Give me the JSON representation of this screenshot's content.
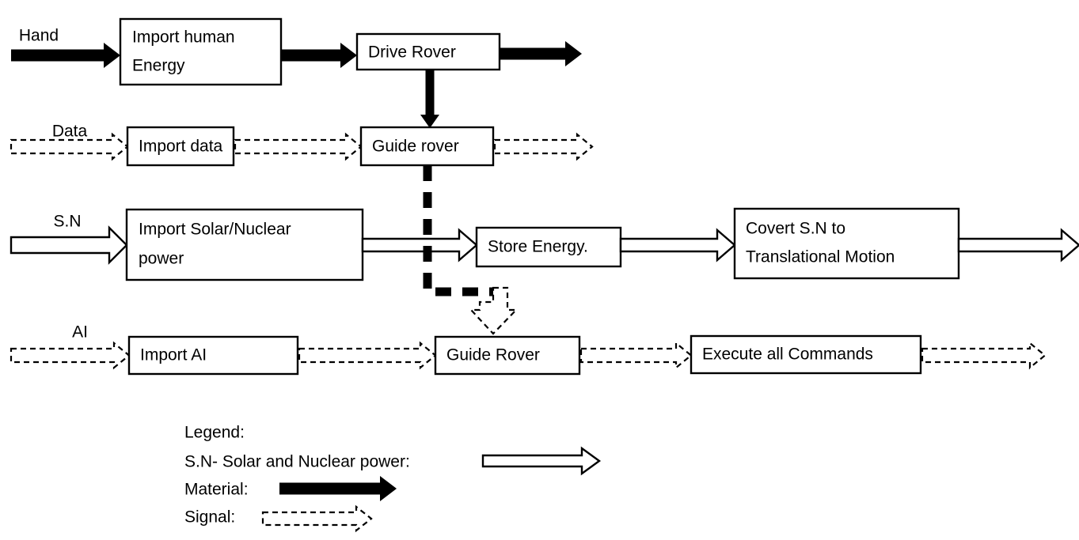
{
  "diagram": {
    "title_present": false,
    "colors": {
      "stroke": "#000000",
      "fill": "#ffffff",
      "background": "#ffffff"
    },
    "inputs": [
      {
        "id": "hand",
        "label": "Hand",
        "flow_type": "material"
      },
      {
        "id": "data",
        "label": "Data",
        "flow_type": "signal"
      },
      {
        "id": "sn",
        "label": "S.N",
        "flow_type": "solar-nuclear"
      },
      {
        "id": "ai",
        "label": "AI",
        "flow_type": "signal"
      }
    ],
    "boxes": [
      {
        "id": "import-human-energy",
        "lines": [
          "Import human",
          "Energy"
        ],
        "row": 1
      },
      {
        "id": "drive-rover",
        "lines": [
          "Drive  Rover"
        ],
        "row": 1
      },
      {
        "id": "import-data",
        "lines": [
          "Import data"
        ],
        "row": 2
      },
      {
        "id": "guide-rover-upper",
        "lines": [
          "Guide rover"
        ],
        "row": 2
      },
      {
        "id": "import-solar-nuclear-power",
        "lines": [
          "Import Solar/Nuclear",
          "power"
        ],
        "row": 3
      },
      {
        "id": "store-energy",
        "lines": [
          "Store Energy."
        ],
        "row": 3
      },
      {
        "id": "covert-sn-to-translational-motion",
        "lines": [
          "Covert S.N to",
          "Translational Motion"
        ],
        "row": 3
      },
      {
        "id": "import-ai",
        "lines": [
          "Import AI"
        ],
        "row": 4
      },
      {
        "id": "guide-rover-lower",
        "lines": [
          "Guide Rover"
        ],
        "row": 4
      },
      {
        "id": "execute-all-commands",
        "lines": [
          "Execute all Commands"
        ],
        "row": 4
      }
    ],
    "legend": {
      "heading": "Legend:",
      "entries": [
        {
          "id": "solar-nuclear",
          "label": "S.N- Solar and Nuclear power:",
          "arrow": "hollow-open"
        },
        {
          "id": "material",
          "label": "Material:",
          "arrow": "solid-thick"
        },
        {
          "id": "signal",
          "label": "Signal:",
          "arrow": "dashed-hollow"
        }
      ]
    }
  }
}
